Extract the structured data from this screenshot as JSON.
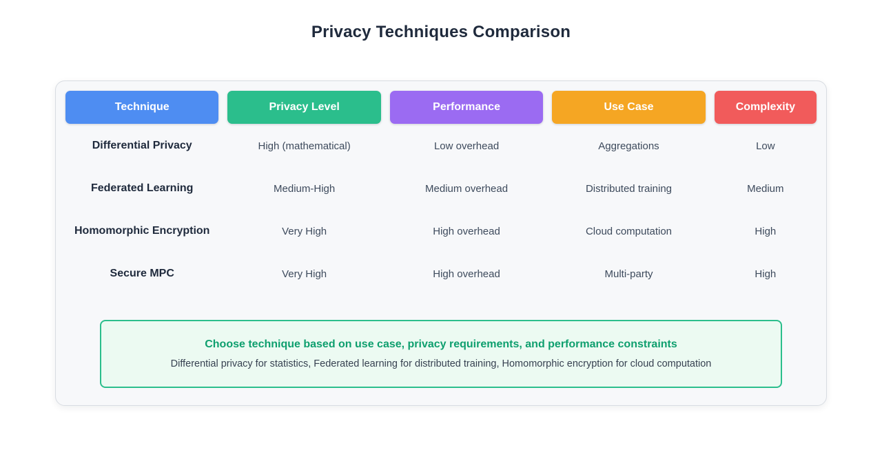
{
  "page_title": "Privacy Techniques Comparison",
  "chart_data": {
    "type": "table",
    "title": "Privacy Techniques Comparison",
    "columns": [
      {
        "label": "Technique",
        "color": "#4e8df2"
      },
      {
        "label": "Privacy Level",
        "color": "#2bbe8c"
      },
      {
        "label": "Performance",
        "color": "#9b6bf2"
      },
      {
        "label": "Use Case",
        "color": "#f5a623"
      },
      {
        "label": "Complexity",
        "color": "#f15b5b"
      }
    ],
    "rows": [
      [
        "Differential Privacy",
        "High (mathematical)",
        "Low overhead",
        "Aggregations",
        "Low"
      ],
      [
        "Federated Learning",
        "Medium-High",
        "Medium overhead",
        "Distributed training",
        "Medium"
      ],
      [
        "Homomorphic Encryption",
        "Very High",
        "High overhead",
        "Cloud computation",
        "High"
      ],
      [
        "Secure MPC",
        "Very High",
        "High overhead",
        "Multi-party",
        "High"
      ]
    ]
  },
  "note": {
    "title": "Choose technique based on use case, privacy requirements, and performance constraints",
    "subtitle": "Differential privacy for statistics, Federated learning for distributed training, Homomorphic encryption for cloud computation",
    "accent_color": "#2bbe8c",
    "title_color": "#0e9f6e",
    "background_color": "#ecfaf2"
  }
}
